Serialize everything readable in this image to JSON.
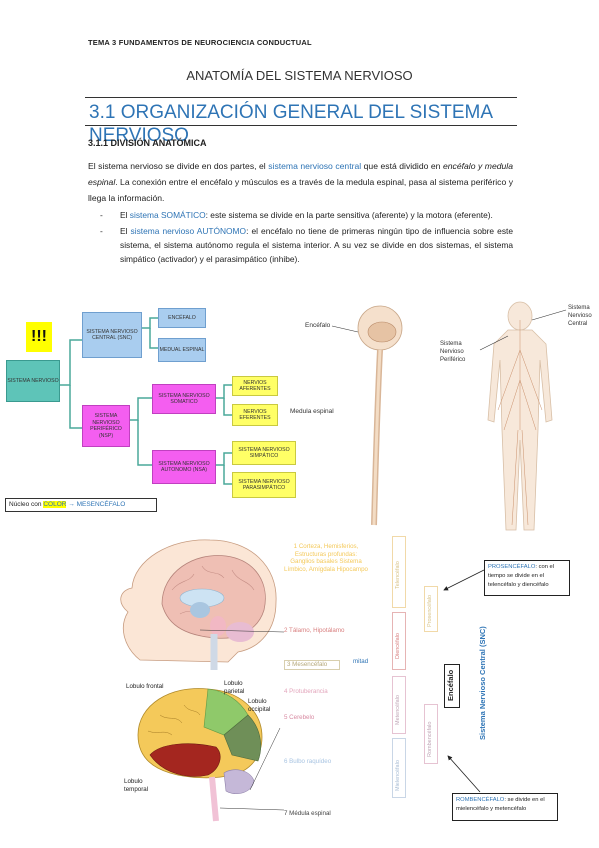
{
  "header": "TEMA 3 FUNDAMENTOS DE NEUROCIENCIA CONDUCTUAL",
  "title1": "ANATOMÍA DEL SISTEMA NERVIOSO",
  "title2": "3.1 ORGANIZACIÓN GENERAL DEL SISTEMA NERVIOSO",
  "subtitle": "3.1.1 DIVISIÓN ANATÓMICA",
  "paragraph": {
    "p1": "El sistema nervioso se divide en dos partes, el ",
    "p1_blue": "sistema nervioso central",
    "p2": " que está dividido en ",
    "p2_italic": "encéfalo y medula espinal",
    "p3": ". La conexión entre el encéfalo y músculos es a través de la medula espinal, pasa al sistema periférico y llega la información."
  },
  "bullets": [
    {
      "pre": "El ",
      "blue": "sistema SOMÁTICO",
      "post": ": este sistema se divide en la parte sensitiva (aferente) y la motora (eferente)."
    },
    {
      "pre": "El ",
      "blue": "sistema nervioso AUTÓNOMO",
      "post": ": el encéfalo no tiene de primeras ningún tipo de influencia sobre este sistema, el sistema autónomo regula el sistema interior. A su vez se divide en dos sistemas, el sistema simpático (activador) y el parasimpático (inhibe)."
    }
  ],
  "diagram": {
    "exclaim": "!!!",
    "sn": "SISTEMA NERVIOSO",
    "snc": "SISTEMA NERVIOSO CENTRAL (SNC)",
    "encefalo": "ENCÉFALO",
    "medula": "MEDUAL ESPINAL",
    "snp": "SISTEMA NERVIOSO PERIFÉRICO (NSP)",
    "sns": "SISTEMA NERVIOSO SOMATICO",
    "aferentes": "NERVIOS AFERENTES",
    "eferentes": "NERVIOS EFERENTES",
    "sna": "SISTEMA NERVIOSO AUTONOMO (NSA)",
    "simpatico": "SISTEMA NERVIOSO SIMPÁTICO",
    "parasimpatico": "SISTEMA NERVIOSO PARASIMPÁTICO"
  },
  "body_fig": {
    "encefalo": "Encéfalo",
    "medula": "Medula espinal",
    "snc": "Sistema Nervioso Central",
    "snp": "Sistema Nervioso Periférico"
  },
  "nucleo_note": {
    "pre": "Núcleo con ",
    "highlight": "COLOR",
    "post": " → MESENCÉFALO"
  },
  "brain_fig": {
    "l1": "1 Corteza, Hemisferios, Estructuras profundas: Ganglios basales Sistema Límbico, Amígdala Hipocampo",
    "l2": "2 Tálamo, Hipotálamo",
    "l3": "3 Mesencéfalo",
    "mitad": "mitad",
    "l4": "4 Protuberancia",
    "l5": "5 Cerebelo",
    "l6": "6 Bulbo raquídeo",
    "l7": "7 Médula espinal",
    "lobulo_frontal": "Lobulo frontal",
    "lobulo_parietal": "Lobulo parietal",
    "lobulo_occipital": "Lobulo occipital",
    "lobulo_temporal": "Lobulo temporal",
    "telencefalo": "Telencéfalo",
    "diencefalo": "Diencéfalo",
    "prosencefalo": "Prosencéfalo",
    "metencefalo": "Metencéfalo",
    "mielencefalo": "Mielencéfalo",
    "rombencefalo": "Rombencéfalo",
    "encefalo_box": "Encéfalo",
    "snc_vertical": "Sistema Nervioso Central (SNC)",
    "callout_pros_title": "PROSENCÉFALO",
    "callout_pros_text": ": con el tiempo se divide en el telencéfalo y diencéfalo",
    "callout_romb_title": "ROMBENCÉFALO",
    "callout_romb_text": ": se divide en el mielencéfalo y metencéfalo"
  },
  "colors": {
    "accent_blue": "#2e74b5",
    "teal": "#5ec4b8",
    "light_blue": "#a9cdef",
    "magenta": "#f45ef0",
    "yellow": "#ffff66"
  }
}
